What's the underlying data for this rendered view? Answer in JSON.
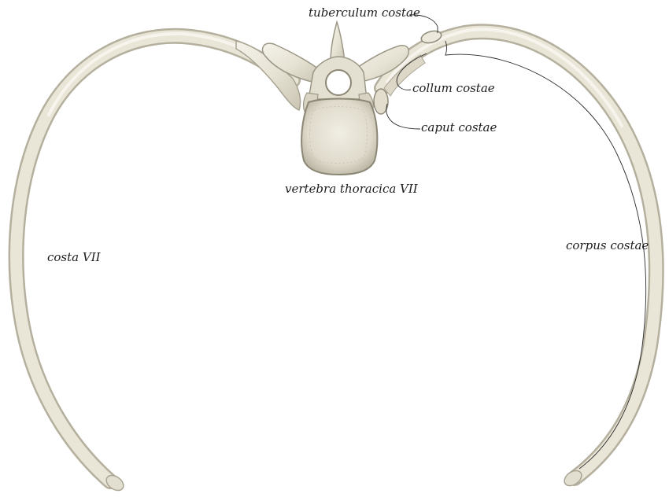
{
  "labels": {
    "tuberculum_costae": "tuberculum costae",
    "collum_costae": "collum costae",
    "caput_costae": "caput costae",
    "vertebra_thoracica": "vertebra thoracica VII",
    "costa": "costa VII",
    "corpus_costae": "corpus costae"
  },
  "colors": {
    "bone_fill": "#e6e2d3",
    "bone_shadow": "#bdb8a6",
    "bone_light": "#f4f2ea",
    "leader_line": "#2a2a2a",
    "label_text": "#1c1c1c"
  }
}
